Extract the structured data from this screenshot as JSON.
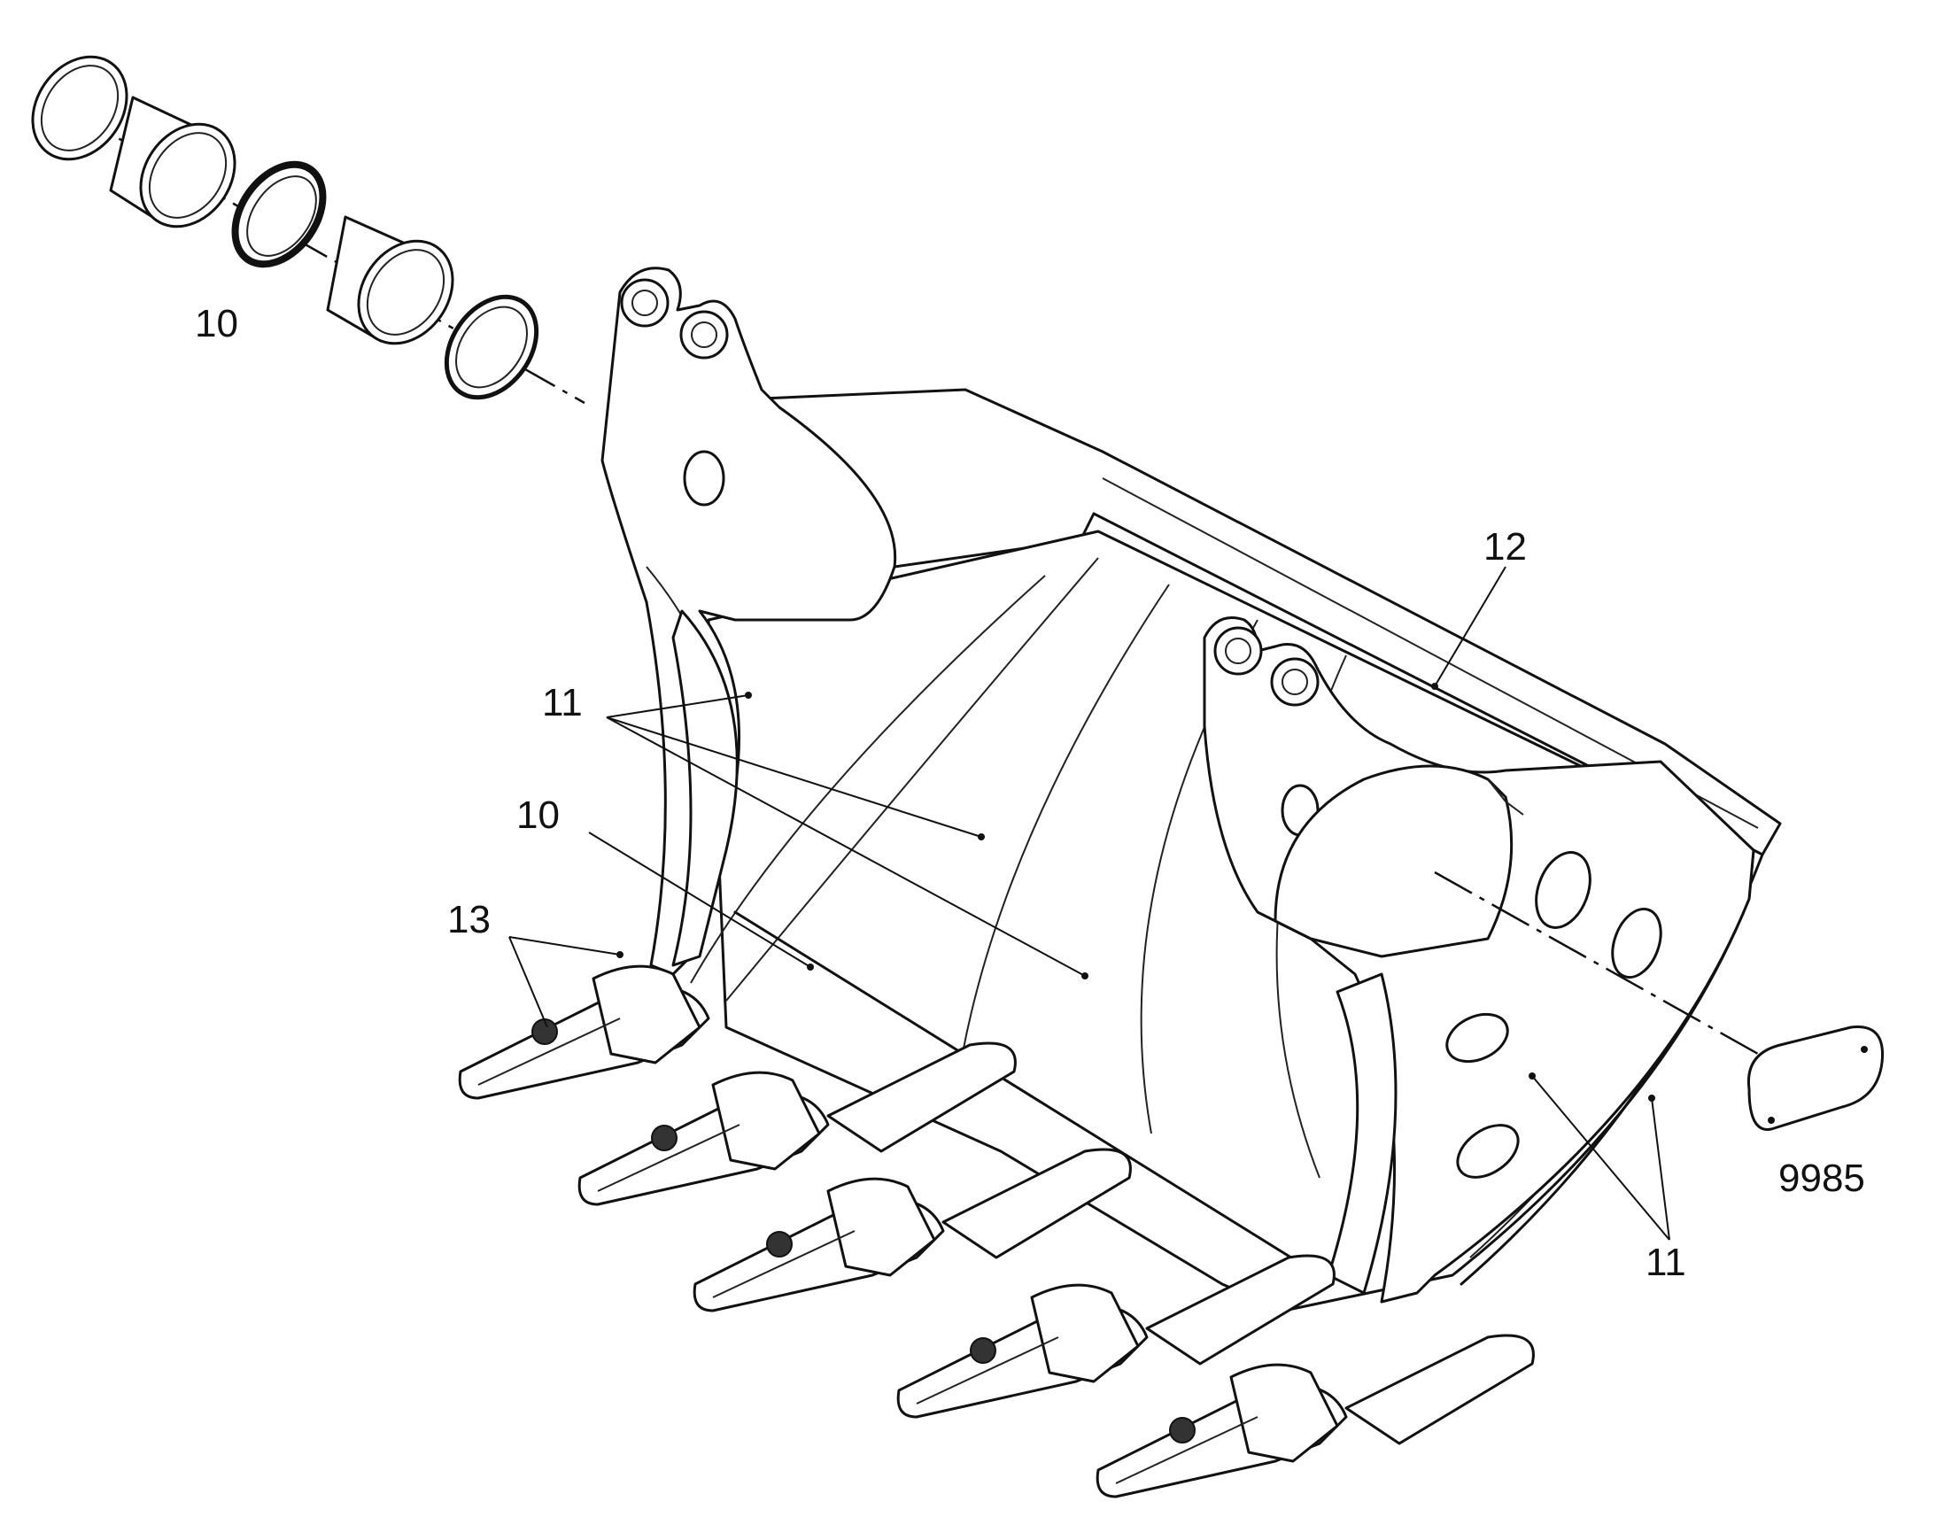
{
  "callouts": {
    "bushing_kit_top": "10",
    "bushing_kit_front": "10",
    "side_cutters_left": "11",
    "side_cutters_right": "11",
    "bucket": "12",
    "teeth": "13",
    "cover_plate": "9985"
  }
}
